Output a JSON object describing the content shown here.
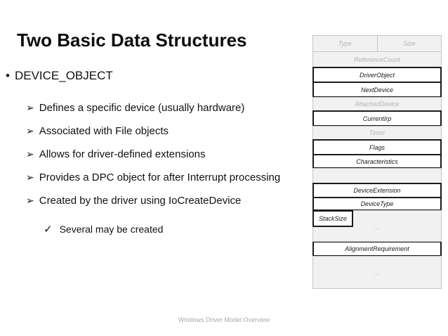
{
  "slide": {
    "title": "Two Basic Data Structures",
    "footer": "Windows Driver Model Overview"
  },
  "glyphs": {
    "dot": "•",
    "arrow": "➢",
    "check": "✓"
  },
  "content": {
    "heading": "DEVICE_OBJECT",
    "points": [
      "Defines a specific device (usually hardware)",
      "Associated with File objects",
      "Allows for driver-defined extensions",
      "Provides a DPC object for after Interrupt processing",
      "Created by the driver using IoCreateDevice"
    ],
    "check_point": "Several may be created"
  },
  "diagram": {
    "header_left": "Type",
    "header_right": "Size",
    "rows": [
      {
        "label": "ReferenceCount",
        "emphasis": false
      },
      {
        "label": "DriverObject",
        "emphasis": true
      },
      {
        "label": "NextDevice",
        "emphasis": true
      },
      {
        "label": "AttachedDevice",
        "emphasis": false
      },
      {
        "label": "CurrentIrp",
        "emphasis": true
      },
      {
        "label": "Timer",
        "emphasis": false
      },
      {
        "label": "Flags",
        "emphasis": true
      },
      {
        "label": "Characteristics",
        "emphasis": true
      },
      {
        "label": "",
        "emphasis": false
      },
      {
        "label": "DeviceExtension",
        "emphasis": true
      },
      {
        "label": "DeviceType",
        "emphasis": true
      }
    ],
    "stacksize_label": "StackSize",
    "stack_ellipsis": "...",
    "alignment_label": "AlignmentRequirement",
    "bottom_ellipsis": "..."
  },
  "colors": {
    "emphasis_border": "#1b1b1b",
    "muted_border": "#c6c6c6",
    "muted_bg": "#f1f1f1",
    "muted_text": "#b3b3b3",
    "body_text": "#111111",
    "footer_text": "#a9a9a9"
  }
}
